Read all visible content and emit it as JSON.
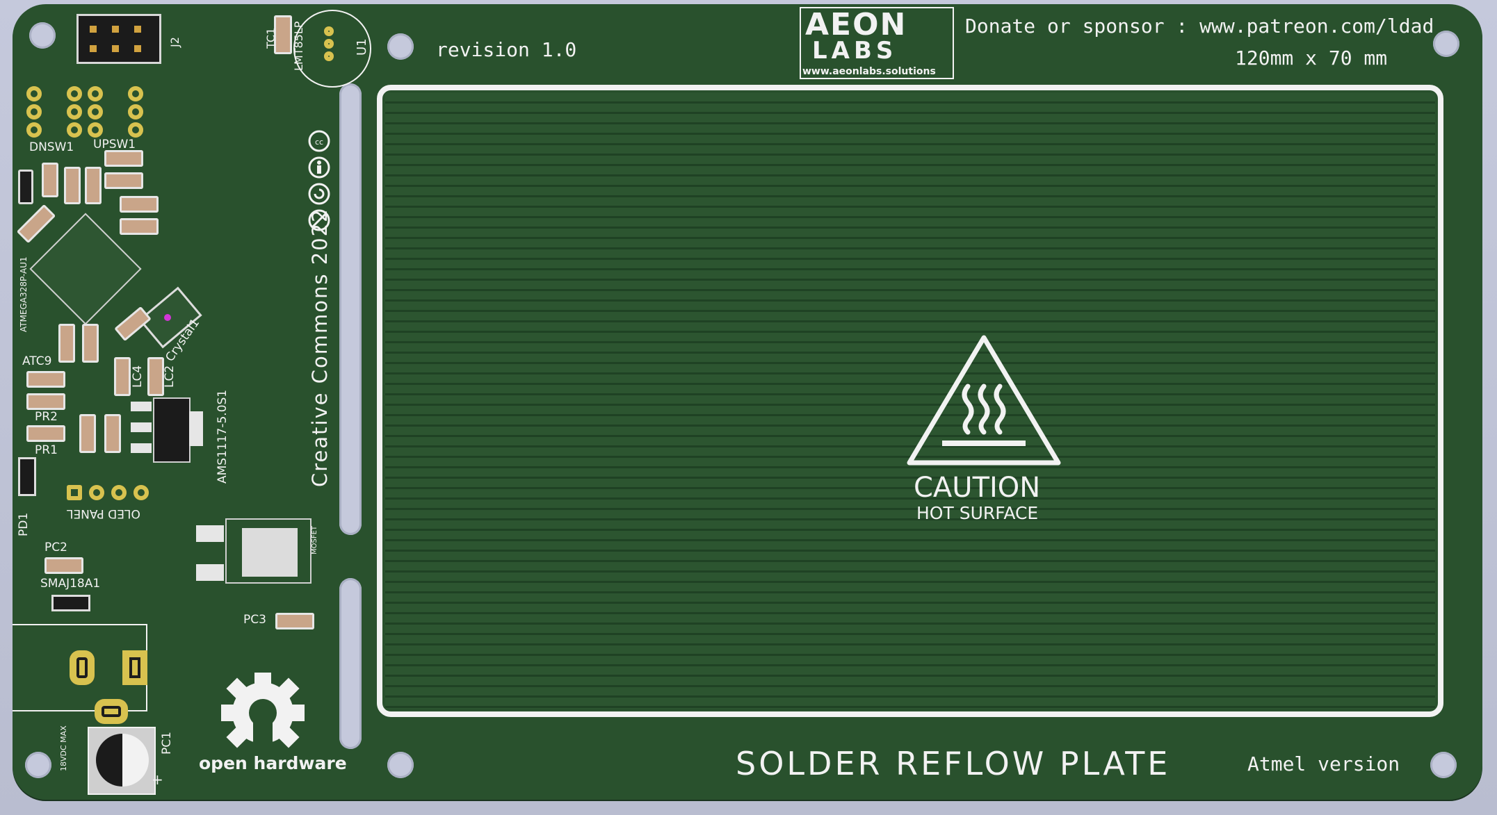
{
  "board": {
    "revision": "revision 1.0",
    "donate": "Donate or sponsor : www.patreon.com/ldad",
    "dimensions": "120mm x 70 mm",
    "title": "SOLDER REFLOW PLATE",
    "version": "Atmel version",
    "license": "Creative Commons 2022",
    "open_hardware": "open hardware",
    "caution": "CAUTION",
    "hot_surface": "HOT SURFACE",
    "logo_url": "www.aeonlabs.solutions",
    "logo_top": "AEON",
    "logo_bottom": "LABS",
    "input_rating": "18VDC MAX",
    "plus": "+",
    "mosfet": "MOSFET"
  },
  "refs": {
    "j2": "J2",
    "tc1": "TC1",
    "lm": "LMT85LP",
    "u1": "U1",
    "dnsw1": "DNSW1",
    "upsw1": "UPSW1",
    "mcu": "ATMEGA328P-AU1",
    "crystal": "Crystal1",
    "atc9": "ATC9",
    "lc4": "LC4",
    "lc2": "LC2",
    "pr2": "PR2",
    "pr1": "PR1",
    "ams": "AMS1117-5.0S1",
    "pd1": "PD1",
    "oled": "OLED PANEL",
    "pc2": "PC2",
    "smaj": "SMAJ18A1",
    "pc3": "PC3",
    "pc1": "PC1"
  },
  "colors": {
    "board": "#29512d",
    "silkscreen": "#f2f2f2",
    "pad": "#d8c24f",
    "background": "#c5c9dc"
  },
  "icons": [
    "open-hardware-gear-icon",
    "hot-surface-warning-icon",
    "creative-commons-icon",
    "attribution-icon",
    "share-alike-icon"
  ]
}
